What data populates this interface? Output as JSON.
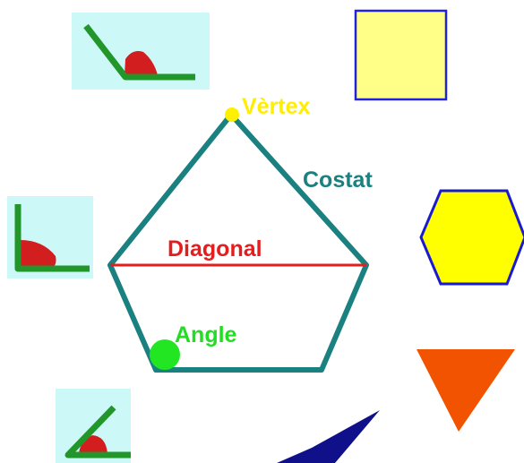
{
  "labels": {
    "vertex": "Vèrtex",
    "side": "Costat",
    "diagonal": "Diagonal",
    "angle": "Angle"
  },
  "colors": {
    "background": "#ffffff",
    "pentagon_stroke": "#1a8080",
    "diagonal": "#e41e1e",
    "vertex_dot": "#ffef00",
    "vertex_label": "#ffee00",
    "side_label": "#1a8080",
    "diagonal_label": "#e41e1e",
    "angle_marker": "#22e622",
    "angle_label": "#22dd22",
    "tile_background": "#ccf8f8",
    "angle_arm": "#22962a",
    "angle_fill": "#d21e1e",
    "square_fill": "#ffff88",
    "square_stroke": "#2222dd",
    "hexagon_fill": "#ffff00",
    "hexagon_stroke": "#1a1ad0",
    "triangle_fill": "#f25300",
    "dark_triangle_fill": "#10108a"
  }
}
